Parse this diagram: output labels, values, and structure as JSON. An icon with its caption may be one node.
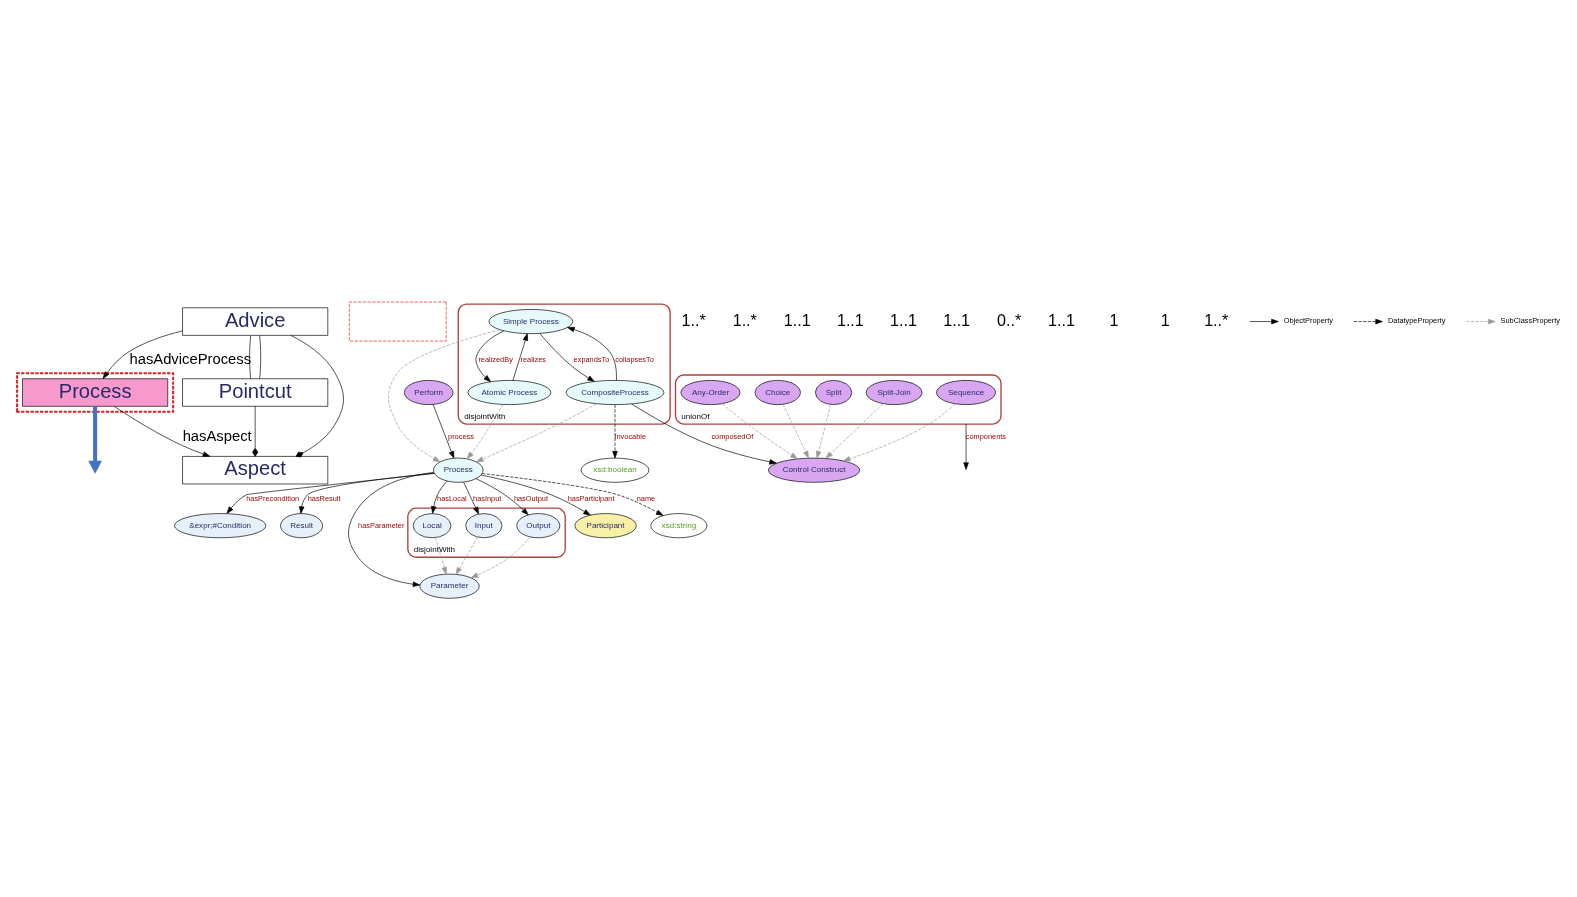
{
  "diagram": {
    "nodes": [
      {
        "text": [
          "Advice"
        ]
      },
      {
        "text": [],
        "shape": "box"
      },
      {
        "text": [],
        "shape": "box"
      },
      {
        "text": [
          "Process"
        ],
        "in": 2
      },
      {
        "text": [
          "Aspect"
        ]
      },
      {
        "text": [
          "Pointcut"
        ]
      },
      {
        "text": [
          "&expr;#Condition"
        ]
      },
      {
        "text": [
          "Result"
        ]
      },
      {
        "text": [
          "Parameter"
        ]
      },
      {
        "text": [
          "disjointWith"
        ]
      },
      {
        "text": [
          "Input"
        ],
        "in": 9
      },
      {
        "text": [
          "Output"
        ],
        "in": 9
      },
      {
        "text": [
          "Local"
        ],
        "in": 9
      },
      {
        "text": [
          "Perform"
        ]
      },
      {
        "text": [
          "Participant"
        ]
      },
      {
        "text": [
          "xsd:string"
        ]
      },
      {
        "text": [
          "Process"
        ]
      },
      {
        "text": [
          "disjointWith"
        ]
      },
      {
        "text": [
          "Simple Process"
        ],
        "in": 17
      },
      {
        "text": [
          "Atomic Process"
        ],
        "in": 17
      },
      {
        "text": [
          "CompositeProcess"
        ],
        "in": 17
      },
      {
        "text": [
          "xsd:boolean"
        ]
      },
      {
        "text": [
          "Control Construct"
        ]
      },
      {
        "text": [
          "unionOf"
        ]
      },
      {
        "text": [
          "Sequence"
        ],
        "in": 23
      },
      {
        "text": [
          "Split"
        ],
        "in": 23
      },
      {
        "text": [
          "Split-Join"
        ],
        "in": 23
      },
      {
        "text": [
          "Any-Order"
        ],
        "in": 23
      },
      {
        "text": [
          "Choice"
        ],
        "in": 23
      }
    ],
    "edges": [
      {
        "from": 0,
        "to": 3,
        "arrow": "to",
        "label": "hasAdviceProcess"
      },
      {
        "from": 3,
        "to": 4,
        "arrow": "to",
        "label": "hasAspect"
      },
      {
        "from": 0,
        "to": 4,
        "arrow": "other"
      },
      {
        "from": 5,
        "to": 4,
        "arrow": "other"
      },
      {
        "from": 0,
        "to": 5,
        "arrow": "none"
      },
      {
        "from": 0,
        "to": 5,
        "arrow": "none"
      },
      {
        "from": 3,
        "to": null,
        "arrow": "to",
        "style": "thick",
        "color": "#4472c4"
      },
      {
        "from": 16,
        "to": 6,
        "arrow": "to",
        "label": "hasPrecondition"
      },
      {
        "from": 16,
        "to": 7,
        "arrow": "to",
        "label": "hasResult"
      },
      {
        "from": 16,
        "to": 8,
        "arrow": "to",
        "label": "hasParameter"
      },
      {
        "from": 16,
        "to": 10,
        "arrow": "to",
        "label": "hasInput"
      },
      {
        "from": 16,
        "to": 11,
        "arrow": "to",
        "label": "hasOutput"
      },
      {
        "from": 16,
        "to": 12,
        "arrow": "to",
        "label": "hasLocal"
      },
      {
        "from": 13,
        "to": 16,
        "arrow": "to",
        "label": "process"
      },
      {
        "from": 16,
        "to": 14,
        "arrow": "to",
        "label": "hasParticipant"
      },
      {
        "from": 16,
        "to": 15,
        "arrow": "to",
        "label": "name",
        "style": "dashed"
      },
      {
        "from": 10,
        "to": 8,
        "arrow": "to",
        "style": "dashed",
        "color": "#999999"
      },
      {
        "from": 11,
        "to": 8,
        "arrow": "to",
        "style": "dashed",
        "color": "#999999"
      },
      {
        "from": 12,
        "to": 8,
        "arrow": "to",
        "style": "dashed",
        "color": "#999999"
      },
      {
        "from": 19,
        "to": 16,
        "arrow": "to",
        "style": "dashed",
        "color": "#999999"
      },
      {
        "from": 18,
        "to": 16,
        "arrow": "to",
        "style": "dashed",
        "color": "#999999"
      },
      {
        "from": 20,
        "to": 16,
        "arrow": "to",
        "style": "dashed",
        "color": "#999999"
      },
      {
        "from": 18,
        "to": 19,
        "arrow": "to",
        "label": "realizedBy"
      },
      {
        "from": 19,
        "to": 18,
        "arrow": "to",
        "label": "realizes"
      },
      {
        "from": 18,
        "to": 20,
        "arrow": "to",
        "label": "expandsTo"
      },
      {
        "from": 20,
        "to": 18,
        "arrow": "to",
        "label": "collapsesTo"
      },
      {
        "from": 20,
        "to": 21,
        "arrow": "to",
        "label": "invocable",
        "style": "dashed"
      },
      {
        "from": 20,
        "to": 22,
        "arrow": "to",
        "label": "composedOf"
      },
      {
        "from": 24,
        "to": 22,
        "arrow": "to",
        "style": "dashed",
        "color": "#999999"
      },
      {
        "from": 25,
        "to": 22,
        "arrow": "to",
        "style": "dashed",
        "color": "#999999"
      },
      {
        "from": 26,
        "to": 22,
        "arrow": "to",
        "style": "dashed",
        "color": "#999999"
      },
      {
        "from": 27,
        "to": 22,
        "arrow": "to",
        "style": "dashed",
        "color": "#999999"
      },
      {
        "from": 28,
        "to": 22,
        "arrow": "to",
        "style": "dashed",
        "color": "#999999"
      },
      {
        "from": 23,
        "to": null,
        "arrow": "to",
        "label": "components"
      }
    ],
    "labels": [
      "1..*",
      "1..*",
      "1..1",
      "1..1",
      "1..1",
      "1..1",
      "0..*",
      "1..1",
      "1",
      "1",
      "1..*"
    ],
    "legend": [
      {
        "text": "ObjectProperty"
      },
      {
        "text": "DatatypeProperty"
      },
      {
        "text": "SubClassProperty"
      }
    ]
  }
}
